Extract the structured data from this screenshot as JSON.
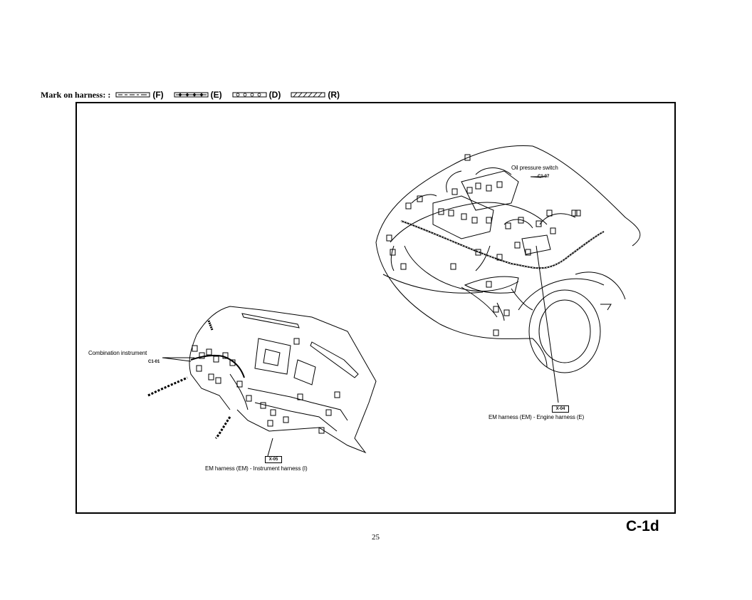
{
  "legend": {
    "title": "Mark on harness:",
    "separator": ":",
    "items": [
      {
        "code": "(F)",
        "pattern": "dashed-band"
      },
      {
        "code": "(E)",
        "pattern": "diamond-band"
      },
      {
        "code": "(D)",
        "pattern": "circle-band"
      },
      {
        "code": "(R)",
        "pattern": "hatched-band"
      }
    ]
  },
  "callouts": {
    "oil_pressure_switch": {
      "label": "Oil pressure switch",
      "code": "C1-07"
    },
    "combination_instrument": {
      "label": "Combination instrument",
      "code": "C1-01"
    },
    "connector_x04": {
      "code": "X-04",
      "label": "EM harness (EM) - Engine harness (E)"
    },
    "connector_x05": {
      "code": "X-05",
      "label": "EM harness (EM) - Instrument harness (I)"
    }
  },
  "page": {
    "id": "C-1d",
    "number": "25"
  }
}
